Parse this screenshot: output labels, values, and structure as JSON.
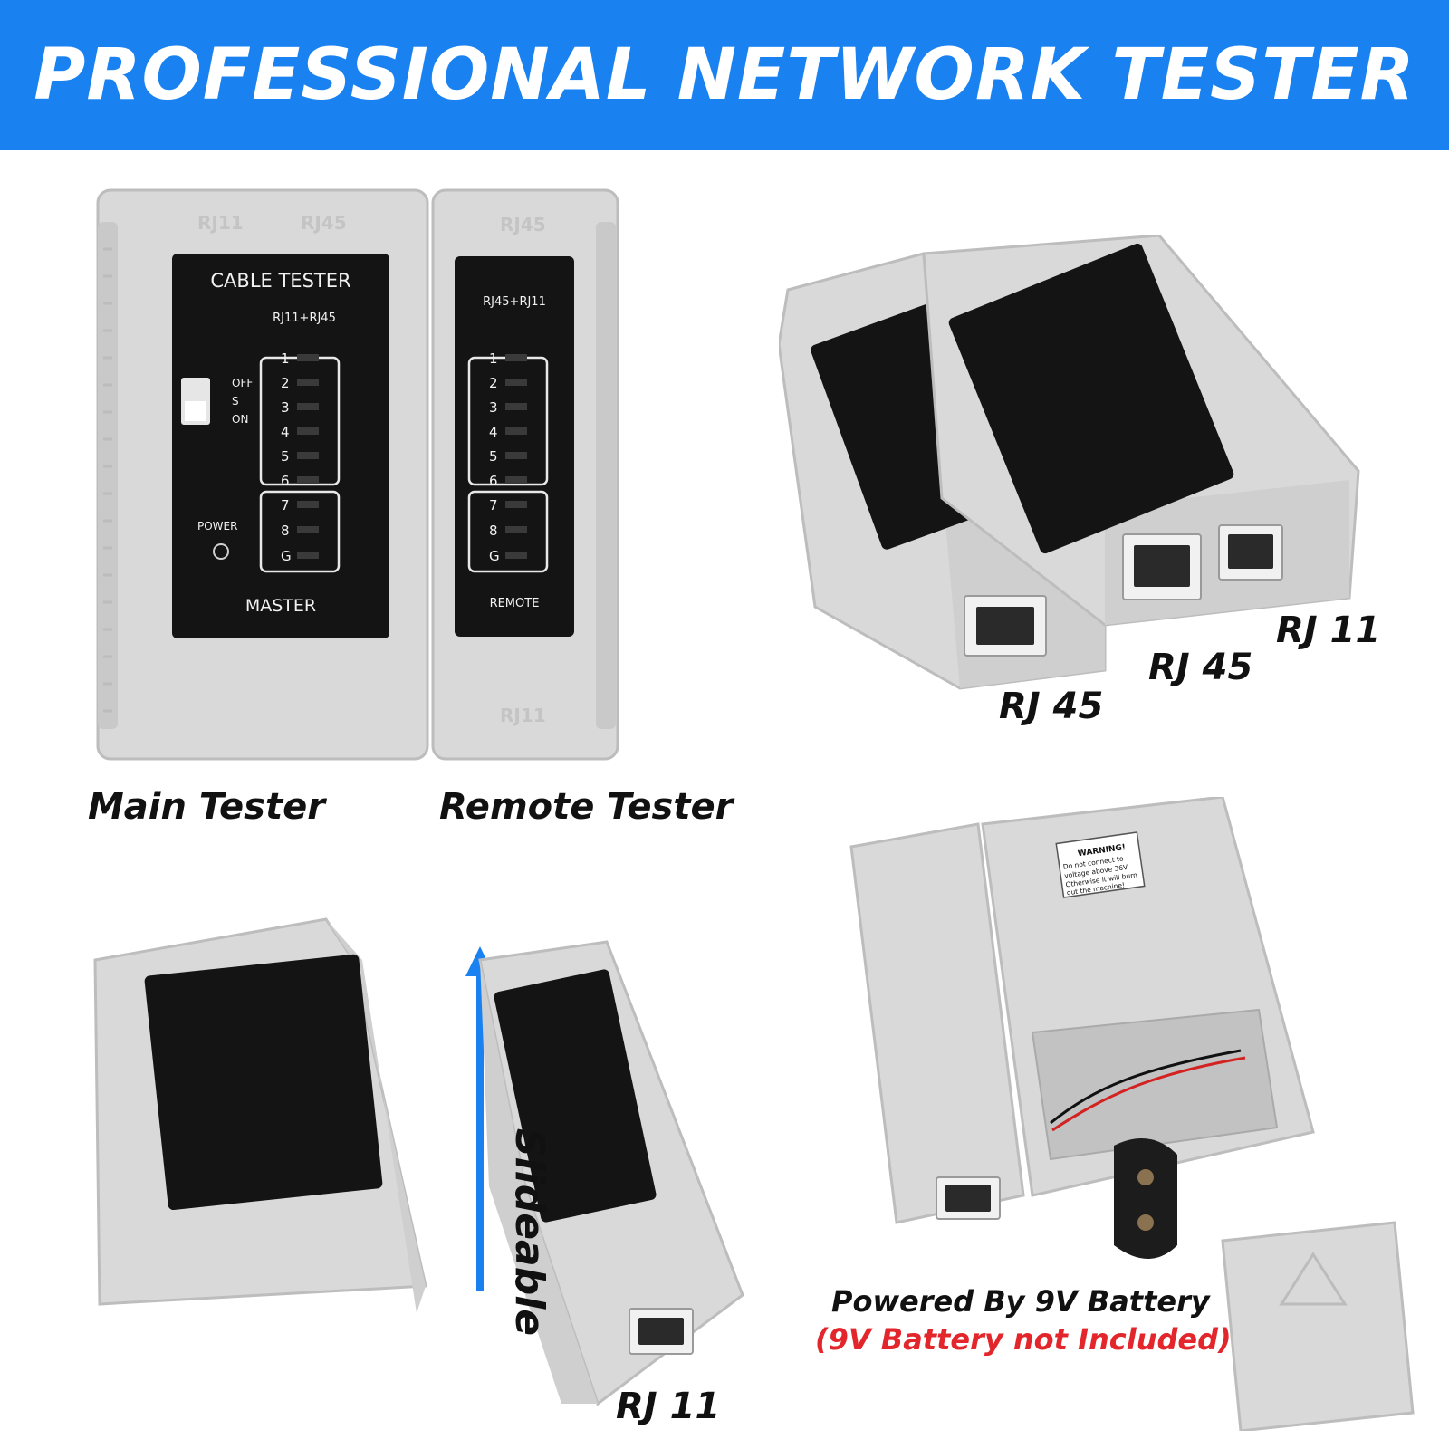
{
  "banner": {
    "title": "PROFESSIONAL NETWORK TESTER"
  },
  "captions": {
    "main_tester": "Main Tester",
    "remote_tester": "Remote Tester",
    "rj45_remote": "RJ 45",
    "rj45_master": "RJ 45",
    "rj11_master": "RJ 11",
    "slideable": "Slideable",
    "rj11_bottom": "RJ 11",
    "battery_powered": "Powered By 9V Battery",
    "battery_note": "(9V Battery not Included)"
  },
  "master_panel": {
    "title": "CABLE TESTER",
    "subtitle": "RJ11+RJ45",
    "switch_off": "OFF",
    "switch_s": "S",
    "switch_on": "ON",
    "power": "POWER",
    "footer": "MASTER",
    "leds": [
      "1",
      "2",
      "3",
      "4",
      "5",
      "6",
      "7",
      "8",
      "G"
    ]
  },
  "remote_panel": {
    "subtitle": "RJ45+RJ11",
    "footer": "REMOTE",
    "leds": [
      "1",
      "2",
      "3",
      "4",
      "5",
      "6",
      "7",
      "8",
      "G"
    ]
  },
  "emboss": {
    "rj11": "RJ11",
    "rj45": "RJ45"
  },
  "warning_label": {
    "title": "WARNING!",
    "line1": "Do not connect to",
    "line2": "voltage above 36V.",
    "line3": "Otherwise it will burn",
    "line4": "out the machine!"
  },
  "colors": {
    "banner": "#1a82f0",
    "note_red": "#e3262b",
    "arrow": "#1a82f0"
  }
}
